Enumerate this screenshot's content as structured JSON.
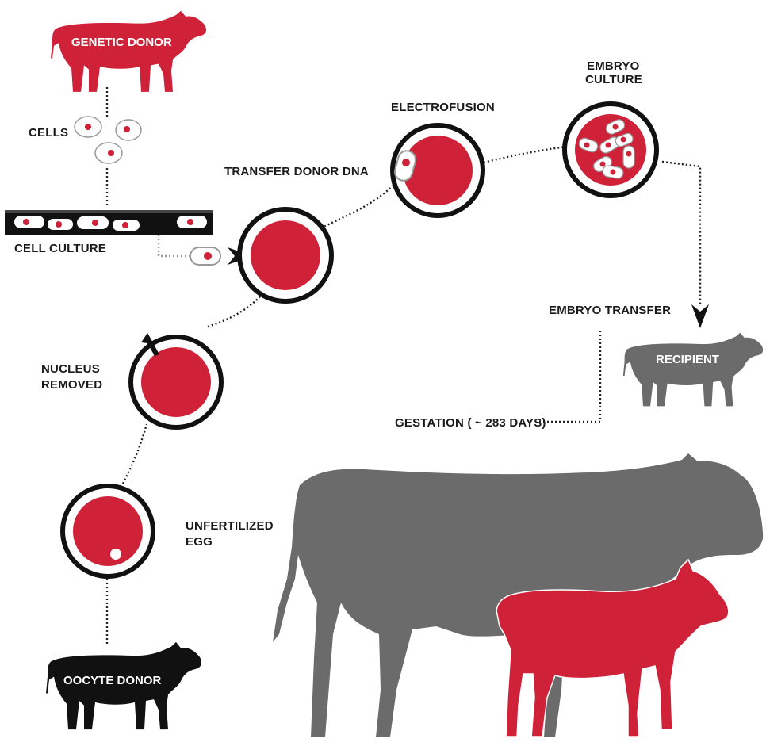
{
  "colors": {
    "red": "#cf2138",
    "grey": "#6b6b6b",
    "black": "#111111",
    "ink": "#1a1a1a"
  },
  "labels": {
    "genetic_donor": "GENETIC DONOR",
    "cells": "CELLS",
    "cell_culture": "CELL CULTURE",
    "transfer_donor_dna": "TRANSFER DONOR DNA",
    "electrofusion": "ELECTROFUSION",
    "embryo_culture_line1": "EMBRYO",
    "embryo_culture_line2": "CULTURE",
    "embryo_transfer": "EMBRYO TRANSFER",
    "recipient": "RECIPIENT",
    "gestation": "GESTATION ( ~ 283 DAYS)",
    "nucleus_removed_line1": "NUCLEUS",
    "nucleus_removed_line2": "REMOVED",
    "unfertilized_egg_line1": "UNFERTILIZED",
    "unfertilized_egg_line2": "EGG",
    "oocyte_donor": "OOCYTE DONOR"
  },
  "icons": {
    "genetic_donor": "cow-silhouette-icon",
    "recipient": "cow-silhouette-icon",
    "oocyte_donor": "cow-silhouette-icon",
    "adult_clone": "cow-silhouette-icon",
    "calf_clone": "calf-silhouette-icon"
  }
}
